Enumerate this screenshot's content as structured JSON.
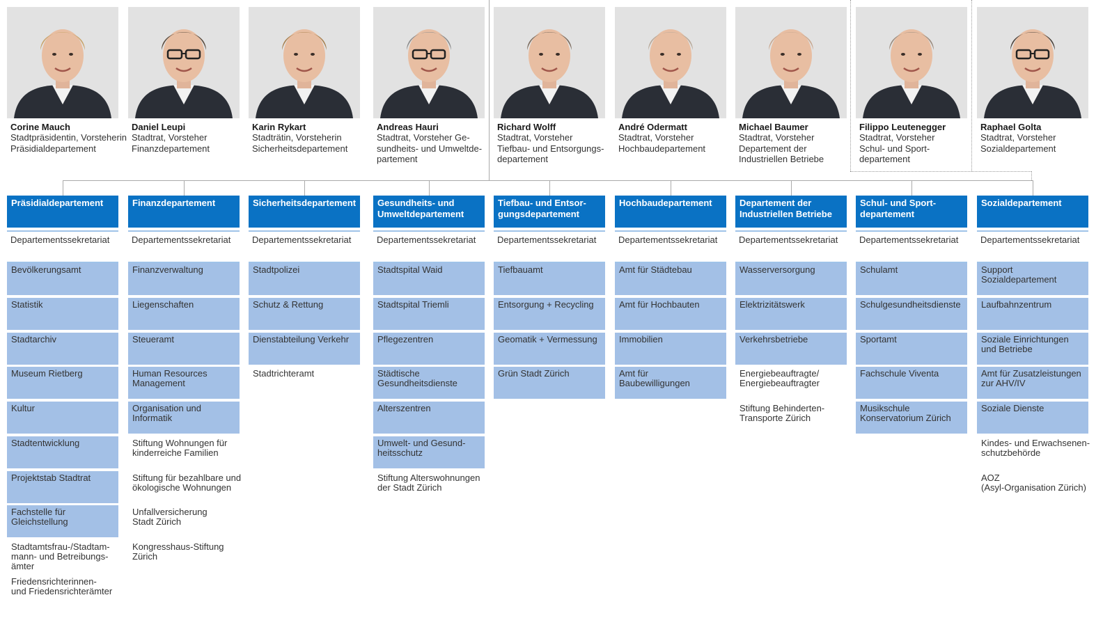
{
  "columns": [
    {
      "person": {
        "name": "Corine Mauch",
        "role": [
          "Stadtpräsidentin, Vorsteherin",
          "Präsidialdepartement"
        ],
        "hair": "#c9a36a",
        "glasses": false
      },
      "department": [
        "Präsidialdepartement"
      ],
      "secretariat": "Departementssekretariat",
      "units": [
        {
          "text": [
            "Bevölkerungsamt"
          ],
          "boxed": true
        },
        {
          "text": [
            "Statistik"
          ],
          "boxed": true
        },
        {
          "text": [
            "Stadtarchiv"
          ],
          "boxed": true
        },
        {
          "text": [
            "Museum Rietberg"
          ],
          "boxed": true
        },
        {
          "text": [
            "Kultur"
          ],
          "boxed": true
        },
        {
          "text": [
            "Stadtentwicklung"
          ],
          "boxed": true
        },
        {
          "text": [
            "Projektstab Stadtrat"
          ],
          "boxed": true
        },
        {
          "text": [
            "Fachstelle für",
            "Gleichstellung"
          ],
          "boxed": true
        },
        {
          "text": [
            "Stadtamtsfrau-/Stadtam-",
            "mann- und Betreibungs-",
            "ämter"
          ],
          "boxed": false
        },
        {
          "text": [
            "Friedensrichterinnen-",
            "und Friedensrichterämter"
          ],
          "boxed": false
        }
      ]
    },
    {
      "person": {
        "name": "Daniel Leupi",
        "role": [
          "Stadtrat, Vorsteher",
          "Finanzdepartement"
        ],
        "hair": "#5a4a3c",
        "glasses": true
      },
      "department": [
        "Finanzdepartement"
      ],
      "secretariat": "Departementssekretariat",
      "units": [
        {
          "text": [
            "Finanzverwaltung"
          ],
          "boxed": true
        },
        {
          "text": [
            "Liegenschaften"
          ],
          "boxed": true
        },
        {
          "text": [
            "Steueramt"
          ],
          "boxed": true
        },
        {
          "text": [
            "Human Resources",
            "Management"
          ],
          "boxed": true
        },
        {
          "text": [
            "Organisation und",
            "Informatik"
          ],
          "boxed": true
        },
        {
          "text": [
            "Stiftung Wohnungen für",
            "kinderreiche Familien"
          ],
          "boxed": false
        },
        {
          "text": [
            "Stiftung für bezahlbare und",
            "ökologische Wohnungen"
          ],
          "boxed": false
        },
        {
          "text": [
            "Unfallversicherung",
            "Stadt Zürich"
          ],
          "boxed": false
        },
        {
          "text": [
            "Kongresshaus-Stiftung",
            "Zürich"
          ],
          "boxed": false
        }
      ]
    },
    {
      "person": {
        "name": "Karin Rykart",
        "role": [
          "Stadträtin, Vorsteherin",
          "Sicherheitsdepartement"
        ],
        "hair": "#a8804f",
        "glasses": false
      },
      "department": [
        "Sicherheitsdepartement"
      ],
      "secretariat": "Departementssekretariat",
      "units": [
        {
          "text": [
            "Stadtpolizei"
          ],
          "boxed": true
        },
        {
          "text": [
            "Schutz & Rettung"
          ],
          "boxed": true
        },
        {
          "text": [
            "Dienstabteilung Verkehr"
          ],
          "boxed": true
        },
        {
          "text": [
            "Stadtrichteramt"
          ],
          "boxed": false
        }
      ]
    },
    {
      "person": {
        "name": "Andreas Hauri",
        "role": [
          "Stadtrat, Vorsteher Ge-",
          "sundheits- und Umweltde-",
          "partement"
        ],
        "hair": "#8a8a8a",
        "glasses": true
      },
      "department": [
        "Gesundheits- und",
        "Umweltdepartement"
      ],
      "secretariat": "Departementssekretariat",
      "units": [
        {
          "text": [
            "Stadtspital Waid"
          ],
          "boxed": true
        },
        {
          "text": [
            "Stadtspital Triemli"
          ],
          "boxed": true
        },
        {
          "text": [
            "Pflegezentren"
          ],
          "boxed": true
        },
        {
          "text": [
            "Städtische",
            "Gesundheitsdienste"
          ],
          "boxed": true
        },
        {
          "text": [
            "Alterszentren"
          ],
          "boxed": true
        },
        {
          "text": [
            "Umwelt- und Gesund-",
            "heitsschutz"
          ],
          "boxed": true
        },
        {
          "text": [
            "Stiftung Alterswohnungen",
            "der Stadt Zürich"
          ],
          "boxed": false
        }
      ]
    },
    {
      "person": {
        "name": "Richard Wolff",
        "role": [
          "Stadtrat, Vorsteher",
          "Tiefbau- und Entsorgungs-",
          "departement"
        ],
        "hair": "#7a6a5c",
        "glasses": false
      },
      "department": [
        "Tiefbau- und Entsor-",
        "gungsdepartement"
      ],
      "secretariat": "Departementssekretariat",
      "units": [
        {
          "text": [
            "Tiefbauamt"
          ],
          "boxed": true
        },
        {
          "text": [
            "Entsorgung + Recycling"
          ],
          "boxed": true
        },
        {
          "text": [
            "Geomatik + Vermessung"
          ],
          "boxed": true
        },
        {
          "text": [
            "Grün Stadt Zürich"
          ],
          "boxed": true
        }
      ]
    },
    {
      "person": {
        "name": "André Odermatt",
        "role": [
          "Stadtrat, Vorsteher",
          "Hochbaudepartement"
        ],
        "hair": "#b8a898",
        "glasses": false
      },
      "department": [
        "Hochbaudepartement"
      ],
      "secretariat": "Departementssekretariat",
      "units": [
        {
          "text": [
            "Amt für Städtebau"
          ],
          "boxed": true
        },
        {
          "text": [
            "Amt für Hochbauten"
          ],
          "boxed": true
        },
        {
          "text": [
            "Immobilien"
          ],
          "boxed": true
        },
        {
          "text": [
            "Amt für",
            "Baubewilligungen"
          ],
          "boxed": true
        }
      ]
    },
    {
      "person": {
        "name": "Michael Baumer",
        "role": [
          "Stadtrat, Vorsteher",
          "Departement der",
          "Industriellen Betriebe"
        ],
        "hair": "#c9a890",
        "glasses": false
      },
      "department": [
        "Departement der",
        "Industriellen Betriebe"
      ],
      "secretariat": "Departementssekretariat",
      "units": [
        {
          "text": [
            "Wasserversorgung"
          ],
          "boxed": true
        },
        {
          "text": [
            "Elektrizitätswerk"
          ],
          "boxed": true
        },
        {
          "text": [
            "Verkehrsbetriebe"
          ],
          "boxed": true
        },
        {
          "text": [
            "Energiebeauftragte/",
            "Energiebeauftragter"
          ],
          "boxed": false
        },
        {
          "text": [
            "Stiftung Behinderten-",
            "Transporte Zürich"
          ],
          "boxed": false
        }
      ]
    },
    {
      "person": {
        "name": "Filippo Leutenegger",
        "role": [
          "Stadtrat, Vorsteher",
          "Schul- und Sport-",
          "departement"
        ],
        "hair": "#9a8a7c",
        "glasses": false
      },
      "department": [
        "Schul- und Sport-",
        "departement"
      ],
      "secretariat": "Departementssekretariat",
      "units": [
        {
          "text": [
            "Schulamt"
          ],
          "boxed": true
        },
        {
          "text": [
            "Schulgesundheitsdienste"
          ],
          "boxed": true
        },
        {
          "text": [
            "Sportamt"
          ],
          "boxed": true
        },
        {
          "text": [
            "Fachschule Viventa"
          ],
          "boxed": true
        },
        {
          "text": [
            "Musikschule",
            "Konservatorium Zürich"
          ],
          "boxed": true
        }
      ]
    },
    {
      "person": {
        "name": "Raphael Golta",
        "role": [
          "Stadtrat, Vorsteher",
          "Sozialdepartement"
        ],
        "hair": "#4a4038",
        "glasses": true
      },
      "department": [
        "Sozialdepartement"
      ],
      "secretariat": "Departementssekretariat",
      "units": [
        {
          "text": [
            "Support",
            "Sozialdepartement"
          ],
          "boxed": true
        },
        {
          "text": [
            "Laufbahnzentrum"
          ],
          "boxed": true
        },
        {
          "text": [
            "Soziale Einrichtungen",
            "und Betriebe"
          ],
          "boxed": true
        },
        {
          "text": [
            "Amt für Zusatzleistungen",
            "zur AHV/IV"
          ],
          "boxed": true
        },
        {
          "text": [
            "Soziale Dienste"
          ],
          "boxed": true
        },
        {
          "text": [
            "Kindes- und Erwachsenen-",
            "schutzbehörde"
          ],
          "boxed": false
        },
        {
          "text": [
            "AOZ",
            "(Asyl-Organisation Zürich)"
          ],
          "boxed": false
        }
      ]
    }
  ],
  "colors": {
    "department": "#0a72c4",
    "unit": "#a3c0e6",
    "accent_line": "#9fc3e8"
  }
}
